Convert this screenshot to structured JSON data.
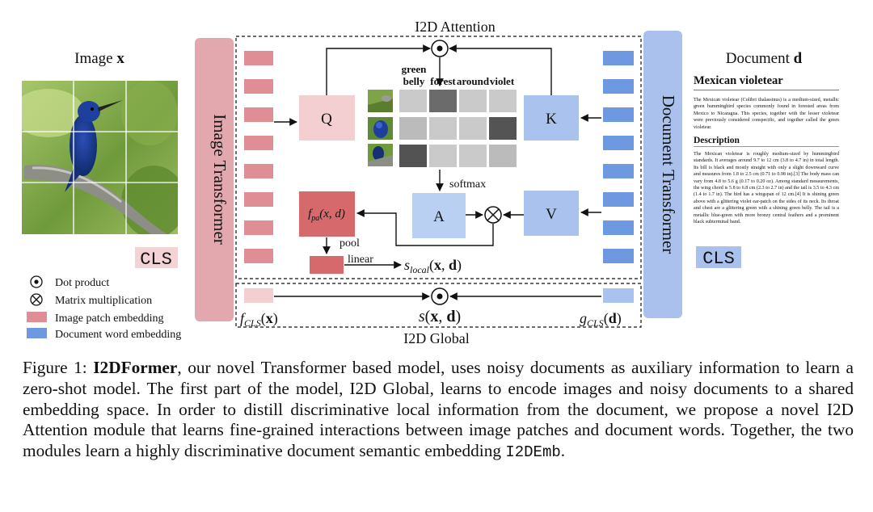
{
  "figure": {
    "image_label_text": "Image ",
    "image_label_symbol": "x",
    "document_label_text": "Document ",
    "document_label_symbol": "d",
    "image_transformer": "Image Transformer",
    "document_transformer": "Document Transformer",
    "attention_title": "I2D Attention",
    "global_title": "I2D Global",
    "cls_image": "CLS",
    "cls_document": "CLS",
    "q": "Q",
    "k": "K",
    "v": "V",
    "a": "A",
    "softmax": "softmax",
    "pool": "pool",
    "linear": "linear",
    "columns": [
      "green\nbelly",
      "forest",
      "around",
      "violet"
    ],
    "attention_grid": [
      [
        0.12,
        0.62,
        0.12,
        0.12
      ],
      [
        0.2,
        0.12,
        0.12,
        0.74
      ],
      [
        0.75,
        0.12,
        0.12,
        0.2
      ]
    ],
    "f_pa": {
      "base": "f",
      "sub": "pa",
      "args": "(x, d)"
    },
    "s_local": {
      "base": "s",
      "sub": "local",
      "args_open": "(",
      "x": "x",
      "comma": ", ",
      "d": "d",
      "args_close": ")"
    },
    "s_global": {
      "base": "s",
      "open": "(",
      "x": "x",
      "comma": ", ",
      "d": "d",
      "close": ")"
    },
    "f_cls": {
      "base": "f",
      "sub": "CLS",
      "open": "(",
      "x": "x",
      "close": ")"
    },
    "g_cls": {
      "base": "g",
      "sub": "CLS",
      "open": "(",
      "d": "d",
      "close": ")"
    },
    "legend": [
      {
        "symbol": "dot",
        "label": "Dot product"
      },
      {
        "symbol": "cross",
        "label": "Matrix multiplication"
      },
      {
        "symbol": "image-swatch",
        "label": "Image patch embedding"
      },
      {
        "symbol": "doc-swatch",
        "label": "Document word embedding"
      }
    ],
    "colors": {
      "image_embedding": "#e08e95",
      "image_transformer": "#e3a8ad",
      "document_embedding": "#6e99e0",
      "document_transformer": "#a9c1ec",
      "q_box": "#f4cfd2",
      "kav_box": "#a9c3ee",
      "fpa_box": "#d5696c",
      "pool_box": "#d5696c"
    }
  },
  "document": {
    "title": "Mexican violetear",
    "intro": "The Mexican violetear (Colibri thalassinus) is a medium-sized, metallic green hummingbird species commonly found in forested areas from Mexico to Nicaragua. This species, together with the lesser violetear were previously considered conspecific, and together called the green violetear.",
    "section": "Description",
    "body": "The Mexican violetear is roughly medium-sized by hummingbird standards. It averages around 9.7 to 12 cm (3.8 to 4.7 in) in total length. Its bill is black and mostly straight with only a slight downward curve and measures from 1.8 to 2.5 cm (0.71 to 0.98 in).[3] The body mass can vary from 4.8 to 5.6 g (0.17 to 0.20 oz). Among standard measurements, the wing chord is 5.8 to 6.8 cm (2.3 to 2.7 in) and the tail is 3.5 to 4.3 cm (1.4 to 1.7 in). The bird has a wingspan of 12 cm.[4] It is shining green above with a glittering violet ear-patch on the sides of its neck. Its throat and chest are a glittering green with a shining green belly. The tail is a metallic blue-green with more bronzy central feathers and a prominent black subterminal band."
  },
  "caption": {
    "prefix": "Figure 1: ",
    "name": "I2DFormer",
    "text": ", our novel Transformer based model, uses noisy documents as auxiliary information to learn a zero-shot model. The first part of the model, I2D Global, learns to encode images and noisy documents to a shared embedding space. In order to distill discriminative local information from the document, we propose a novel I2D Attention module that learns fine-grained interactions between image patches and document words. Together, the two modules learn a highly discriminative document semantic embedding ",
    "code": "I2DEmb",
    "end": "."
  }
}
